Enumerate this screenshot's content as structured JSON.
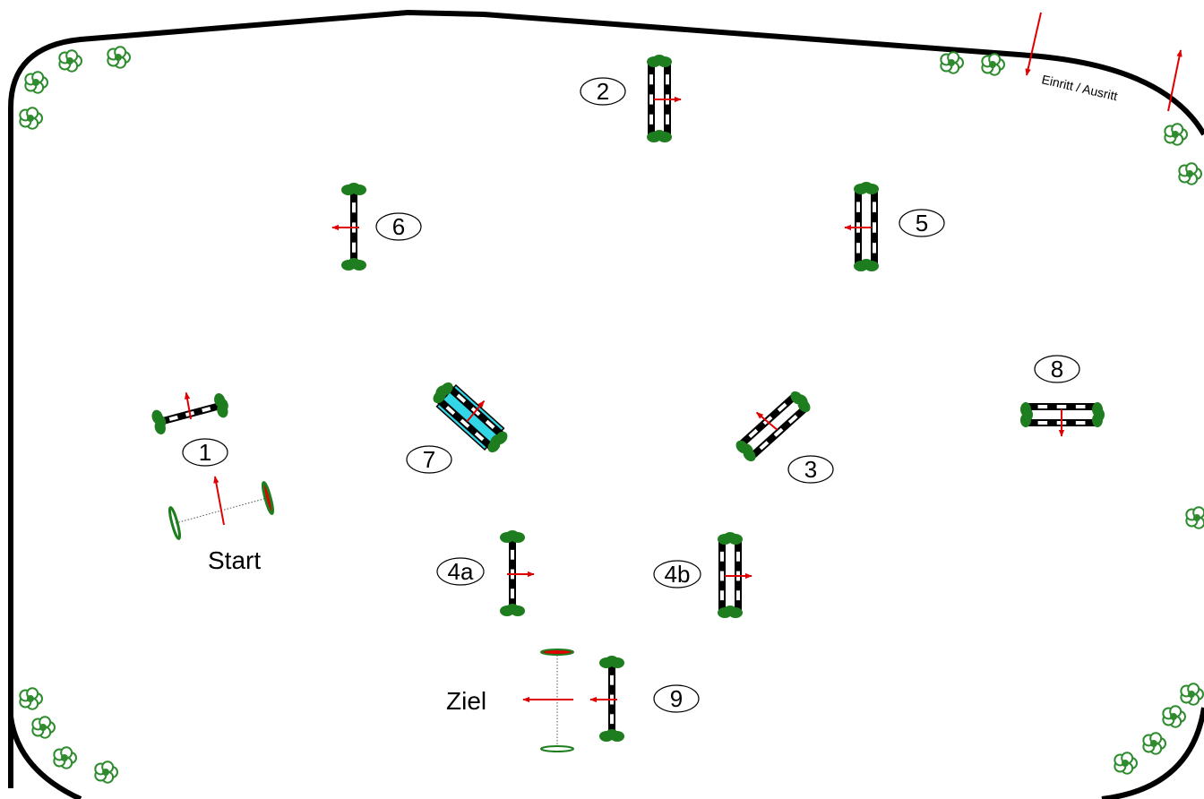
{
  "arena": {
    "entry_label": "Einritt / Ausritt",
    "start_label": "Start",
    "finish_label": "Ziel"
  },
  "obstacles": [
    {
      "id": "1",
      "label": "1",
      "kind": "vertical"
    },
    {
      "id": "2",
      "label": "2",
      "kind": "oxer"
    },
    {
      "id": "3",
      "label": "3",
      "kind": "oxer"
    },
    {
      "id": "4a",
      "label": "4a",
      "kind": "vertical"
    },
    {
      "id": "4b",
      "label": "4b",
      "kind": "oxer"
    },
    {
      "id": "5",
      "label": "5",
      "kind": "oxer"
    },
    {
      "id": "6",
      "label": "6",
      "kind": "vertical"
    },
    {
      "id": "7",
      "label": "7",
      "kind": "water-oxer"
    },
    {
      "id": "8",
      "label": "8",
      "kind": "oxer"
    },
    {
      "id": "9",
      "label": "9",
      "kind": "vertical"
    }
  ],
  "colors": {
    "fence_line": "#000000",
    "pole_dark": "#000000",
    "pole_light": "#ffffff",
    "bush": "#1e7d1e",
    "bush_decor": "#2e8b2e",
    "arrow": "#e00000",
    "water": "#33d6e6"
  }
}
